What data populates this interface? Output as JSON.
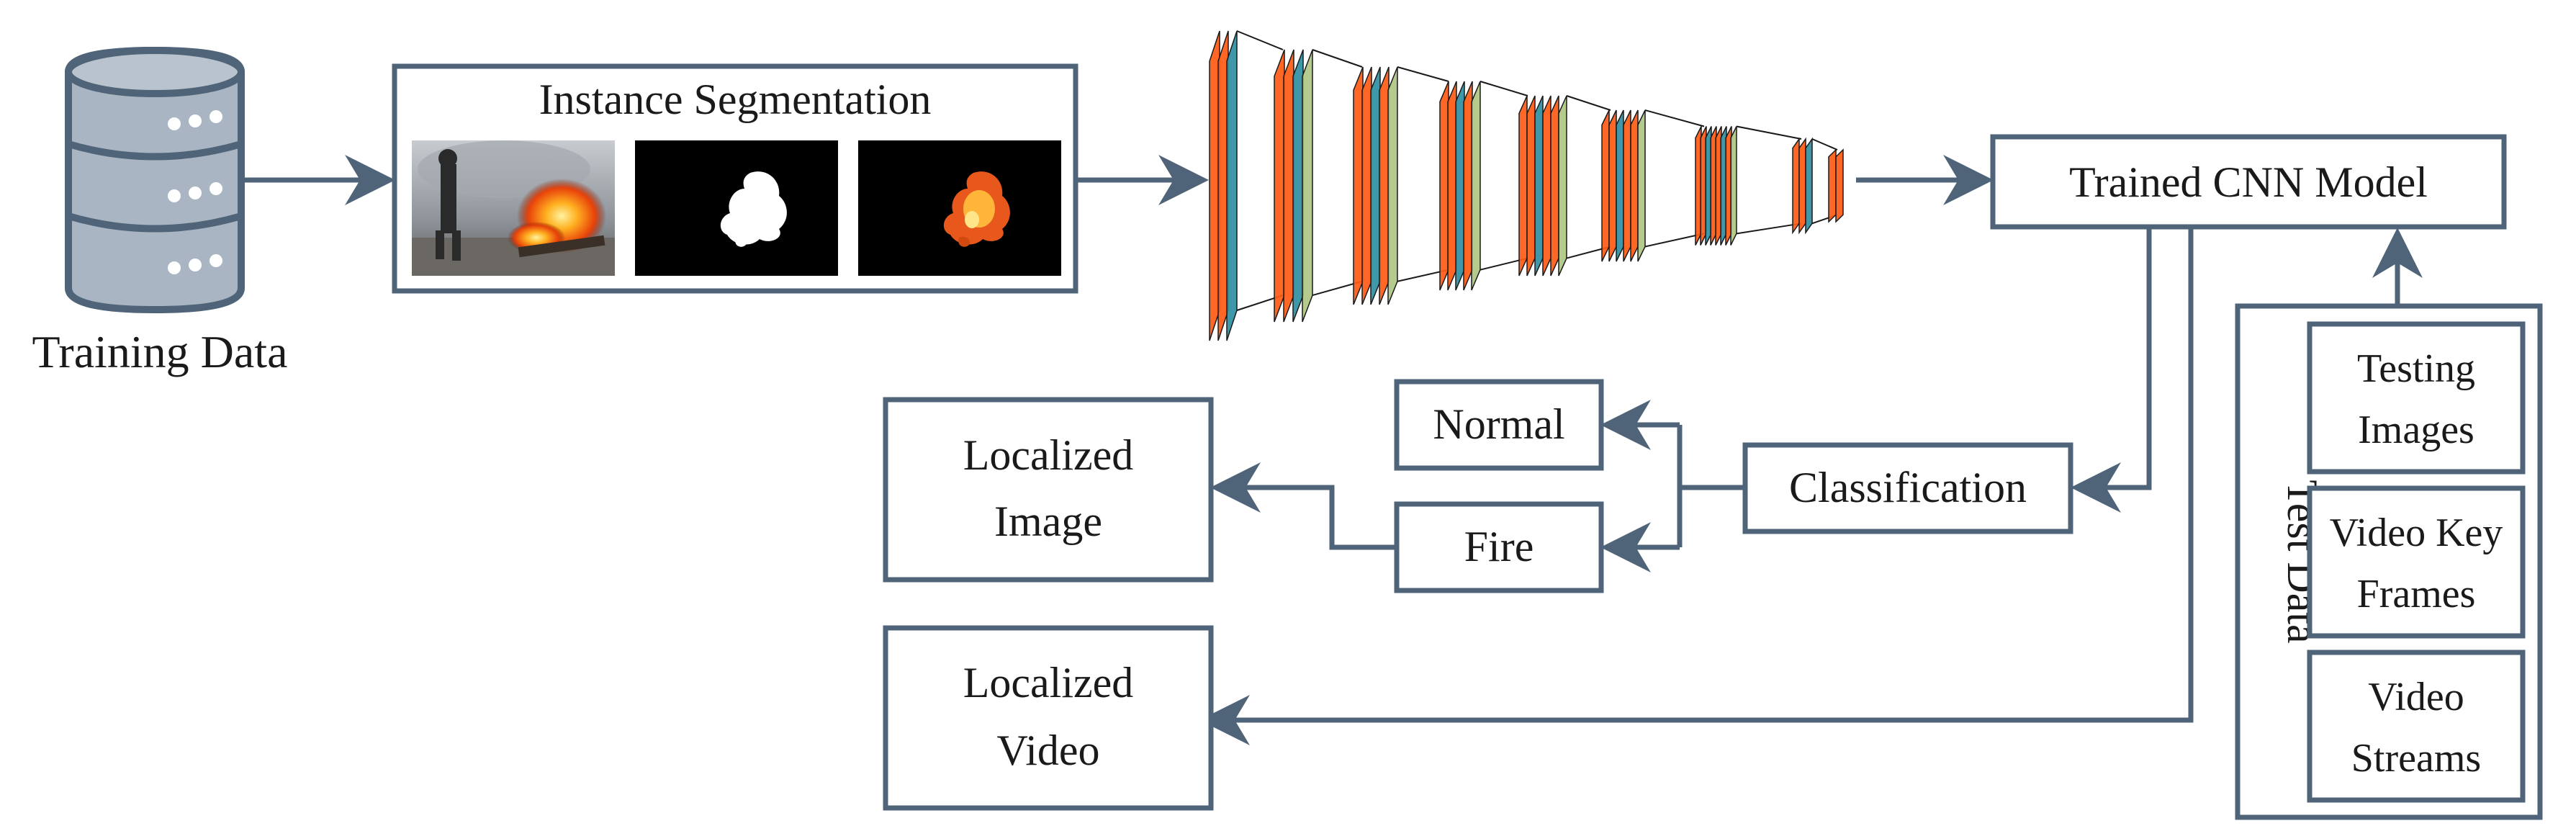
{
  "colors": {
    "stroke": "#4f6478",
    "db_fill": "#a9b5c2",
    "db_dots": "#ffffff",
    "cnn_orange": "#ff5a14",
    "cnn_green": "#a8c27a",
    "cnn_teal": "#2e8fa2",
    "text": "#1a1a1a"
  },
  "training": {
    "label": "Training Data",
    "icon": "database-icon"
  },
  "segmentation": {
    "title": "Instance Segmentation",
    "thumbnails": [
      "fire-scene-photo",
      "binary-mask",
      "segmented-fire"
    ]
  },
  "cnn": {
    "icon": "cnn-layers-icon"
  },
  "trained_model": {
    "label": "Trained CNN Model"
  },
  "classification": {
    "label": "Classification"
  },
  "outcomes": {
    "normal": "Normal",
    "fire": "Fire"
  },
  "localized_image": {
    "line1": "Localized",
    "line2": "Image"
  },
  "localized_video": {
    "line1": "Localized",
    "line2": "Video"
  },
  "test_data": {
    "title": "Test Data",
    "items": [
      {
        "line1": "Testing",
        "line2": "Images"
      },
      {
        "line1": "Video Key",
        "line2": "Frames"
      },
      {
        "line1": "Video",
        "line2": "Streams"
      }
    ]
  }
}
